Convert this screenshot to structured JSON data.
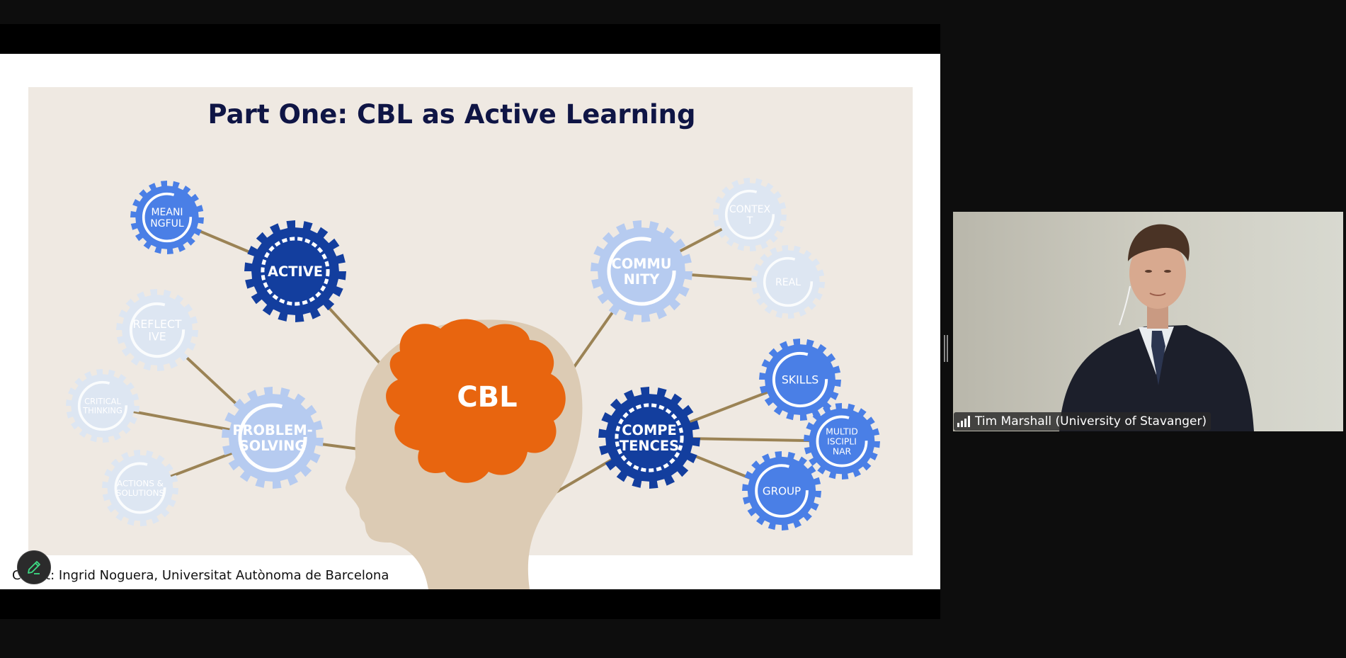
{
  "slide": {
    "title": "Part One: CBL as Active Learning",
    "credit": "Credit: Ingrid Noguera, Universitat Autònoma de Barcelona",
    "center": "CBL",
    "gears": [
      {
        "id": "gear-meaningful",
        "lines": [
          "MEANI",
          "NGFUL"
        ],
        "style": "medium"
      },
      {
        "id": "gear-active",
        "lines": [
          "ACTIVE"
        ],
        "style": "dark"
      },
      {
        "id": "gear-reflective",
        "lines": [
          "REFLECT",
          "IVE"
        ],
        "style": "faint"
      },
      {
        "id": "gear-critical-thinking",
        "lines": [
          "CRITICAL",
          "THINKING"
        ],
        "style": "faint"
      },
      {
        "id": "gear-problem-solving",
        "lines": [
          "PROBLEM-",
          "SOLVING"
        ],
        "style": "light"
      },
      {
        "id": "gear-actions-solutions",
        "lines": [
          "ACTIONS &",
          "SOLUTIONS"
        ],
        "style": "faint"
      },
      {
        "id": "gear-community",
        "lines": [
          "COMMU",
          "NITY"
        ],
        "style": "light"
      },
      {
        "id": "gear-context",
        "lines": [
          "CONTEX",
          "T"
        ],
        "style": "faint"
      },
      {
        "id": "gear-real",
        "lines": [
          "REAL"
        ],
        "style": "faint"
      },
      {
        "id": "gear-skills",
        "lines": [
          "SKILLS"
        ],
        "style": "medium"
      },
      {
        "id": "gear-competences",
        "lines": [
          "COMPE",
          "TENCES"
        ],
        "style": "dark"
      },
      {
        "id": "gear-multidisciplinar",
        "lines": [
          "MULTID",
          "ISCIPLI",
          "NAR"
        ],
        "style": "medium"
      },
      {
        "id": "gear-group",
        "lines": [
          "GROUP"
        ],
        "style": "medium"
      }
    ]
  },
  "participant": {
    "name": "Tim Marshall (University of Stavanger)"
  },
  "colors": {
    "slide_bg": "#efe9e2",
    "title": "#0f1545",
    "brain": "#e8650f",
    "head": "#dccbb4",
    "dark_gear": "#133e9e",
    "medium_gear": "#4a7fe6",
    "light_gear": "#b6cbf0",
    "faint_gear": "#dde6f2",
    "connector": "#9b8355"
  },
  "icons": {
    "annotate": "pencil-icon",
    "signal": "signal-strength-icon"
  }
}
